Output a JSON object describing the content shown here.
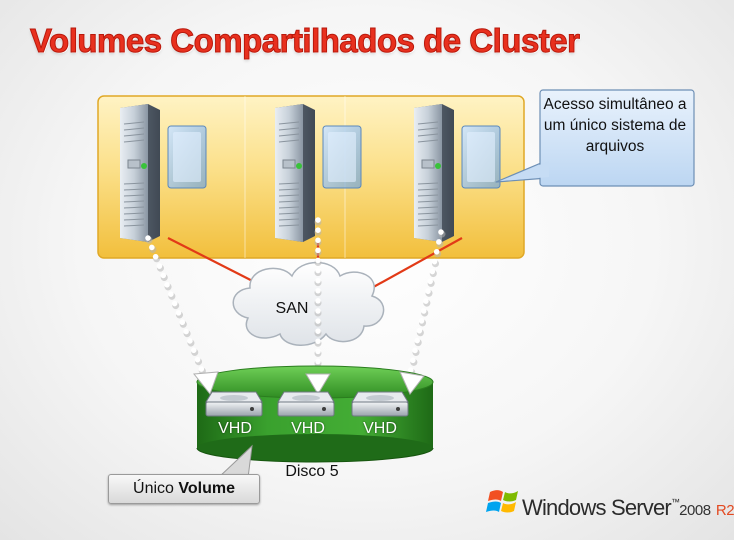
{
  "title": "Volumes Compartilhados de Cluster",
  "callout": {
    "text": "Acesso simultâneo a um único sistema de arquivos"
  },
  "cloud": {
    "label": "SAN"
  },
  "servers": [
    {
      "icon": "server-tower-icon"
    },
    {
      "icon": "server-tower-icon"
    },
    {
      "icon": "server-tower-icon"
    }
  ],
  "disk": {
    "label": "Disco 5",
    "vhds": [
      {
        "label": "VHD",
        "icon": "hard-drive-icon"
      },
      {
        "label": "VHD",
        "icon": "hard-drive-icon"
      },
      {
        "label": "VHD",
        "icon": "hard-drive-icon"
      }
    ]
  },
  "volume": {
    "prefix": "Único",
    "bold": "Volume"
  },
  "brand": {
    "name": "Windows Server",
    "version": "2008",
    "edition": "R2",
    "logo_icon": "windows-flag-icon"
  },
  "colors": {
    "title": "#e8301e",
    "server_panel": "#f7c94d",
    "connection_line": "#e23a17",
    "dashed_line": "#ffffff",
    "disk": "#3d9a2c",
    "callout": "#cfe2f7"
  }
}
